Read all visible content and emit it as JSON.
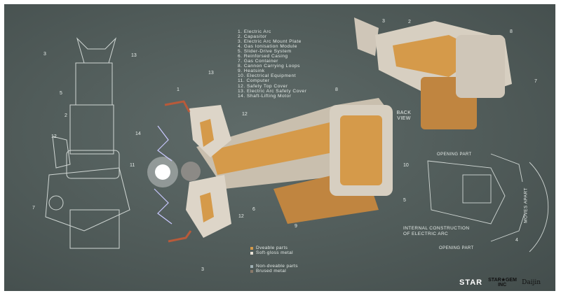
{
  "parts_list": [
    "1. Electric Arc",
    "2. Capasitor",
    "3. Electric Arc Mount Plate",
    "4. Gas Ionisation Module",
    "5. Slider-Drive System",
    "6. Reinforsed Casing",
    "7. Gas Container",
    "8. Cannon Carrying Loops",
    "9. Heatsink",
    "10. Electrical Equipment",
    "11. Computer",
    "12. Safety Top Cover",
    "13. Electric Arc Safety Cover",
    "14. Shaft-Lifting Motor"
  ],
  "legend": {
    "items": [
      {
        "label": "Dveable parts",
        "color": "#d59a4a"
      },
      {
        "label": "Soft-gloss metal",
        "color": "#e8e2d6"
      },
      {
        "label": "Non-dveable parts",
        "color": "#9fb0b4"
      },
      {
        "label": "Brused metal",
        "color": "#8a7a6a"
      }
    ]
  },
  "labels": {
    "back_view": "Back view",
    "opening_part_top": "Opening part",
    "opening_part_bottom": "Opening part",
    "moves_apart": "Moves apart",
    "internal_construction": "Internal construction of electric arc"
  },
  "callouts": {
    "left": [
      "3",
      "13",
      "5",
      "2",
      "12",
      "14",
      "11",
      "7"
    ],
    "main": [
      "1",
      "13",
      "12",
      "8",
      "10",
      "6",
      "12",
      "9",
      "3"
    ],
    "back": [
      "3",
      "2",
      "8",
      "7"
    ],
    "detail": [
      "10",
      "5",
      "4"
    ]
  },
  "logos": {
    "star": "STAR",
    "stargem": "STAR★GEM INC",
    "daijin": "Daijin"
  },
  "colors": {
    "background": "#505b59",
    "accent": "#d59a4a",
    "metal": "#e8e2d6",
    "line": "#e6ece9"
  }
}
